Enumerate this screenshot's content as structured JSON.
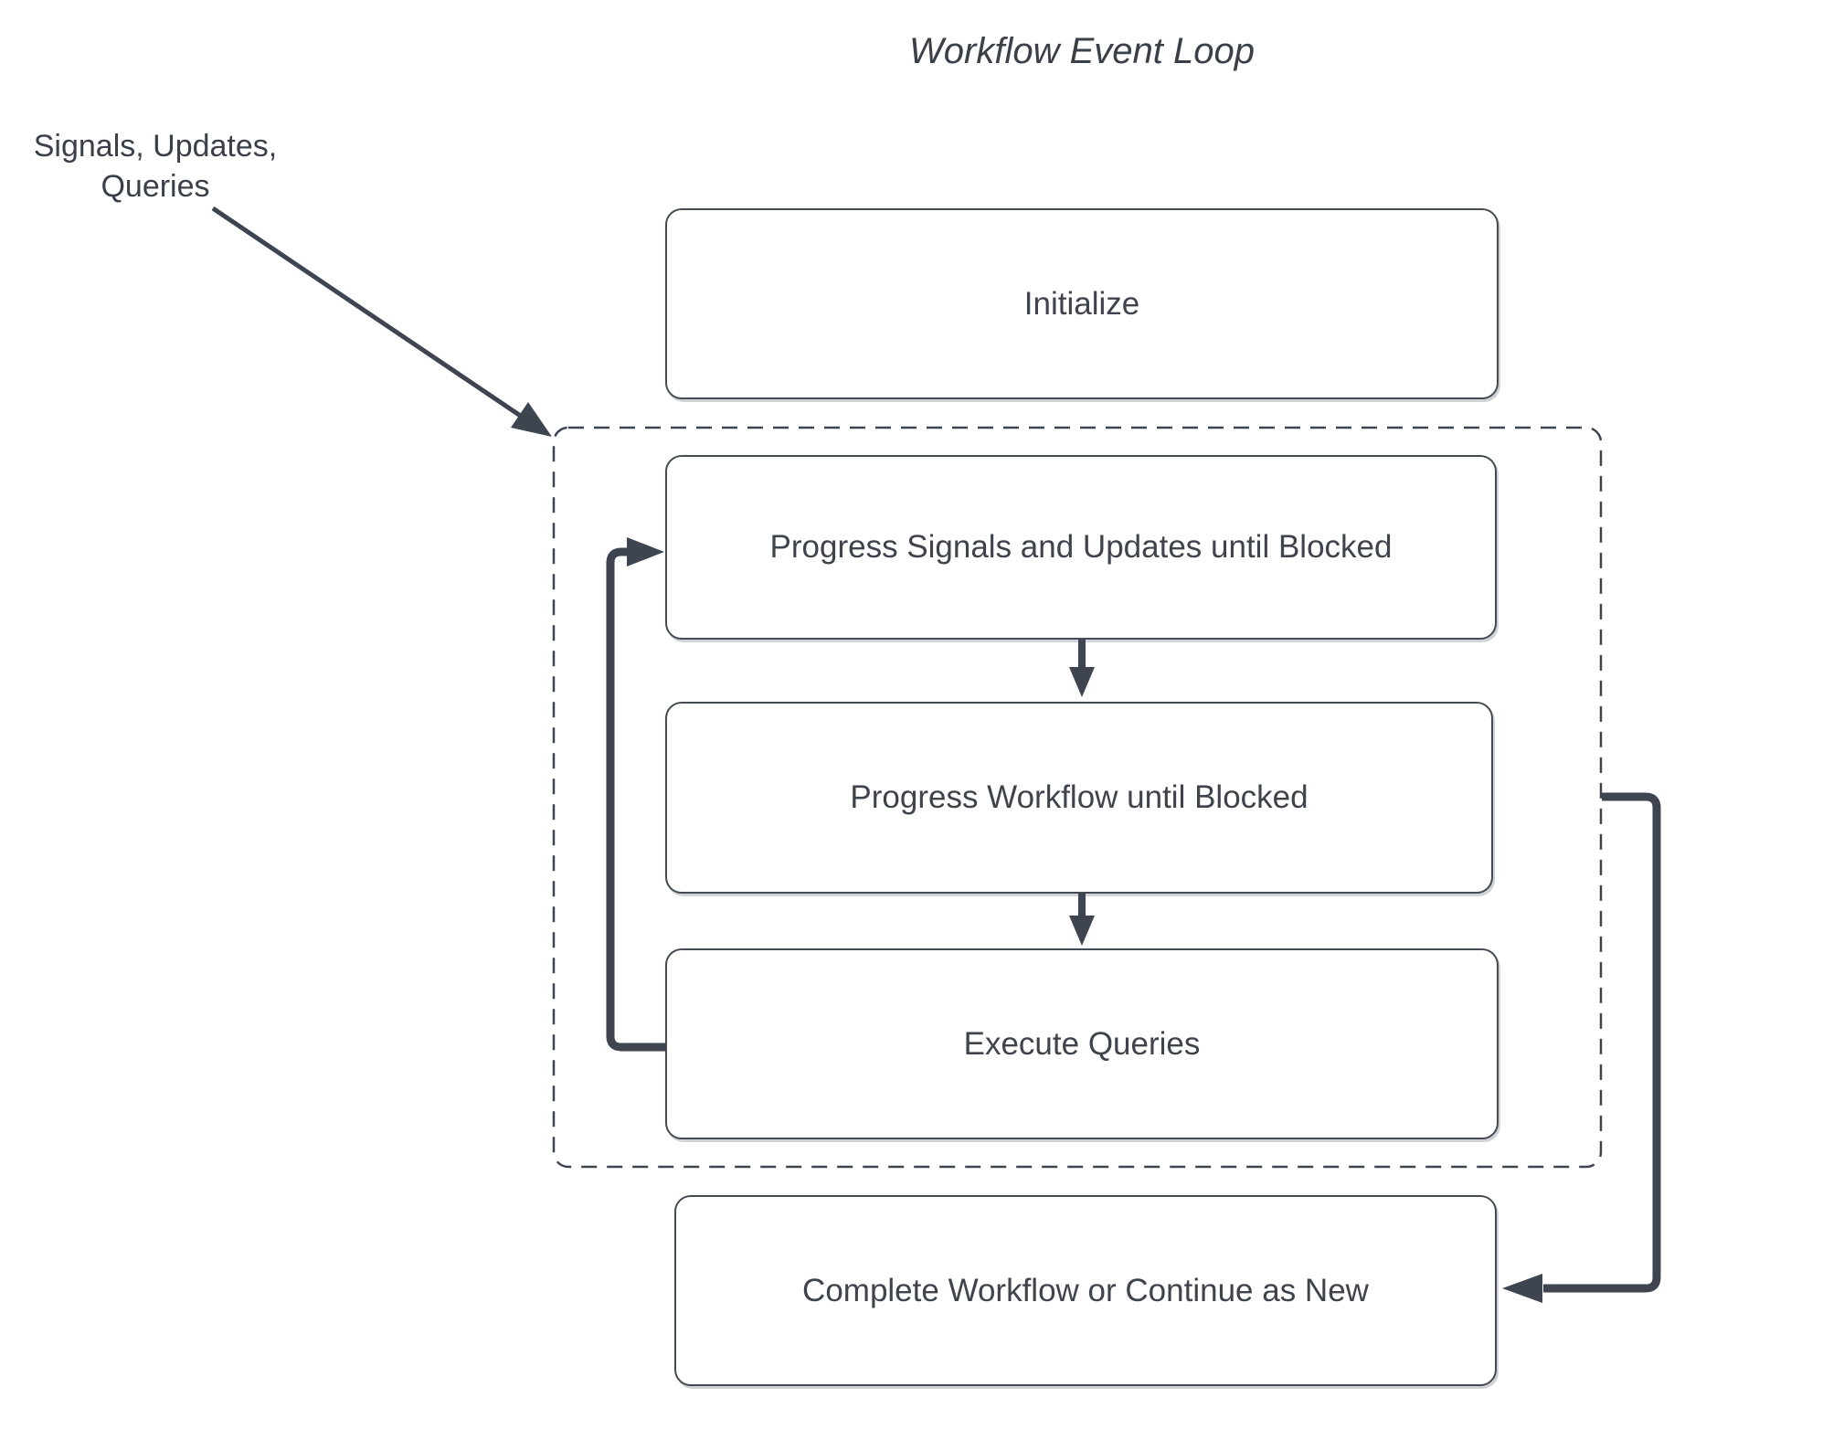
{
  "title": "Workflow Event Loop",
  "annotation": {
    "lines": [
      "Signals, Updates,",
      "Queries"
    ]
  },
  "nodes": {
    "initialize": {
      "label": "Initialize"
    },
    "progress_signals": {
      "label": "Progress Signals and Updates until Blocked"
    },
    "progress_workflow": {
      "label": "Progress Workflow until Blocked"
    },
    "execute_queries": {
      "label": "Execute Queries"
    },
    "complete": {
      "label": "Complete Workflow or Continue as New"
    }
  },
  "edges": [
    {
      "from": "signals-updates-queries-annotation",
      "to": "event-loop-container",
      "style": "thin-arrow"
    },
    {
      "from": "progress-signals",
      "to": "progress-workflow",
      "style": "arrow"
    },
    {
      "from": "progress-workflow",
      "to": "execute-queries",
      "style": "arrow"
    },
    {
      "from": "execute-queries",
      "to": "progress-signals",
      "style": "thick-elbow-arrow"
    },
    {
      "from": "event-loop-container",
      "to": "complete",
      "style": "thick-elbow-arrow"
    }
  ],
  "colors": {
    "stroke": "#3e4450",
    "text": "#3a3f48",
    "node_border": "#454b54",
    "node_fill": "#ffffff",
    "background": "#ffffff"
  }
}
